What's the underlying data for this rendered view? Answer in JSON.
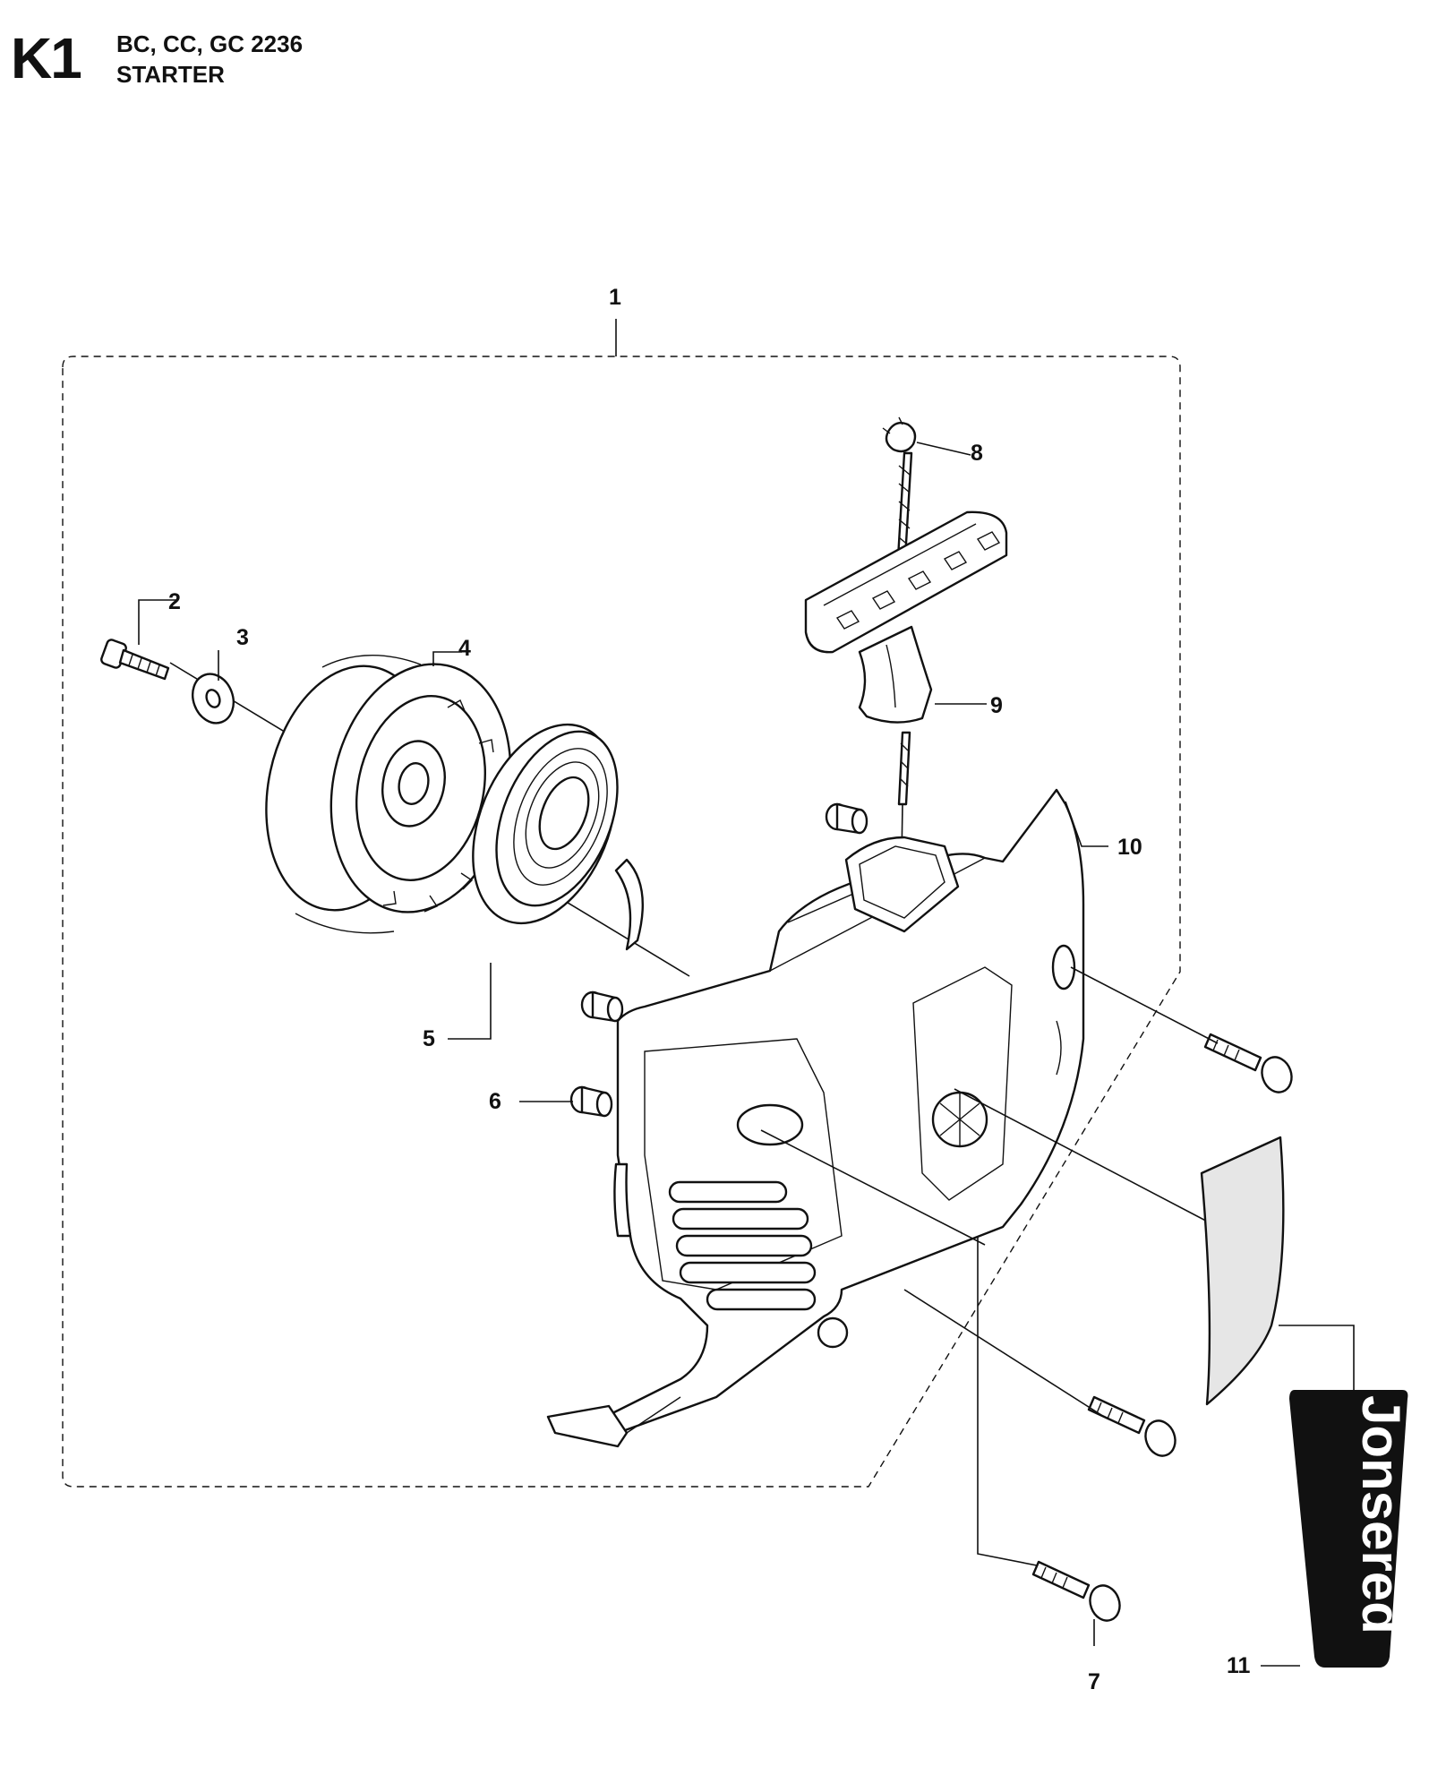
{
  "header": {
    "section_code": "K1",
    "models": "BC, CC, GC 2236",
    "title": "STARTER"
  },
  "callouts": {
    "c1": "1",
    "c2": "2",
    "c3": "3",
    "c4": "4",
    "c5": "5",
    "c6": "6",
    "c7": "7",
    "c8": "8",
    "c9": "9",
    "c10": "10",
    "c11": "11"
  },
  "decal_logo_text": "Jonsered",
  "colors": {
    "line": "#111111",
    "decal_fill": "#e6e6e6",
    "logo_badge": "#111111"
  }
}
